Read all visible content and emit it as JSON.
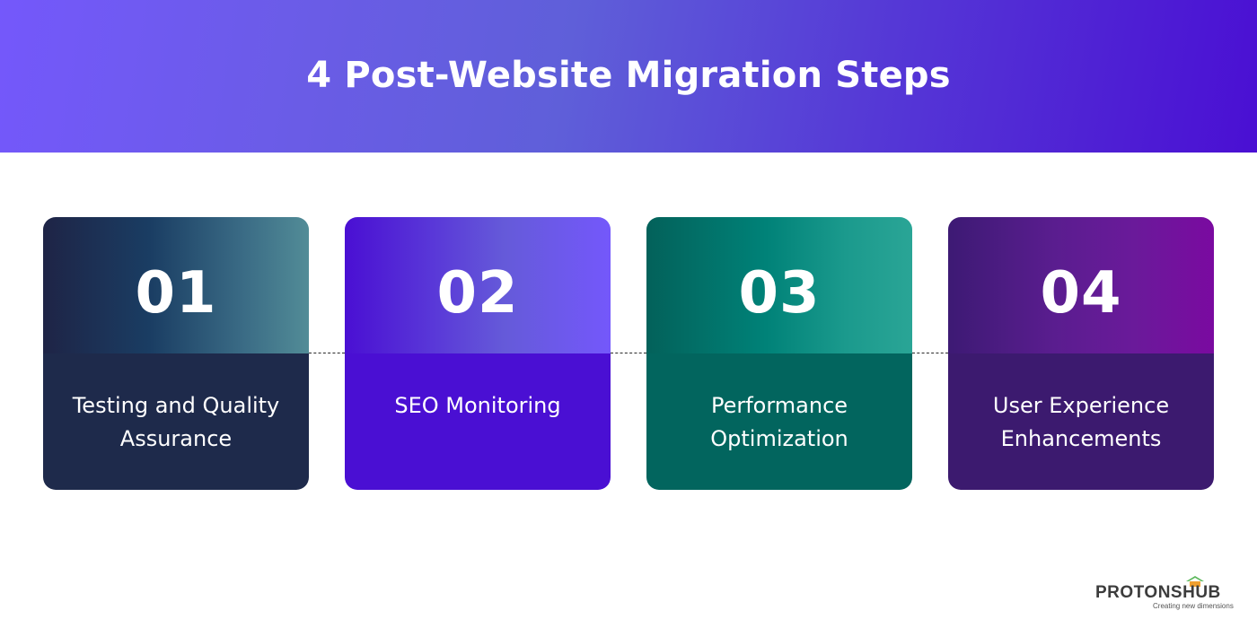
{
  "title": "4 Post-Website Migration Steps",
  "steps": [
    {
      "number": "01",
      "label": "Testing and Quality Assurance"
    },
    {
      "number": "02",
      "label": "SEO Monitoring"
    },
    {
      "number": "03",
      "label": "Performance Optimization"
    },
    {
      "number": "04",
      "label": "User Experience Enhancements"
    }
  ],
  "colors": {
    "header_start": "#7458fb",
    "header_end": "#4a0fd3",
    "step1_dark": "#1e2a4b",
    "step2_dark": "#4a0fd3",
    "step3_dark": "#02655e",
    "step4_dark": "#3c1a6f",
    "logo_green": "#5cb85c",
    "logo_orange": "#f0a030"
  },
  "logo": {
    "name": "PROTONSHUB",
    "tagline": "Creating new dimensions"
  }
}
